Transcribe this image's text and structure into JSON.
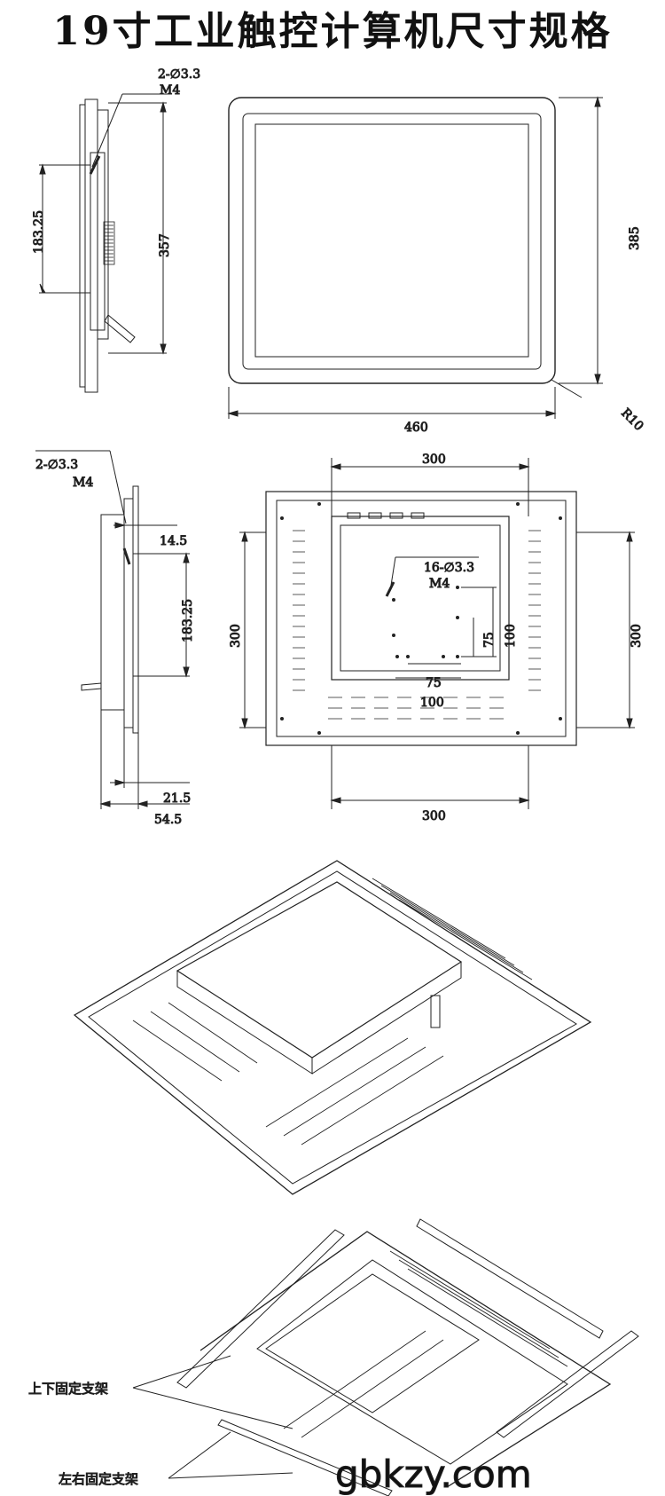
{
  "title": "19寸工业触控计算机尺寸规格",
  "views": {
    "side_top": {
      "hole_spec": "2-∅3.3",
      "thread": "M4",
      "dim_left": "183.25",
      "dim_right": "357"
    },
    "front": {
      "width": "460",
      "height": "385",
      "radius": "R10"
    },
    "side_bottom": {
      "hole_spec": "2-∅3.3",
      "thread": "M4",
      "dim_top": "14.5",
      "dim_mid": "183.25",
      "dim_b1": "21.5",
      "dim_b2": "54.5"
    },
    "back": {
      "top": "300",
      "bottom": "300",
      "left": "300",
      "right": "300",
      "hole_spec": "16-∅3.3",
      "thread": "M4",
      "vesa_h_small": "75",
      "vesa_h_large": "100",
      "vesa_v_small": "75",
      "vesa_v_large": "100"
    },
    "exploded": {
      "label_top_bottom": "上下固定支架",
      "label_left_right": "左右固定支架"
    }
  },
  "watermark": "gbkzy.com"
}
